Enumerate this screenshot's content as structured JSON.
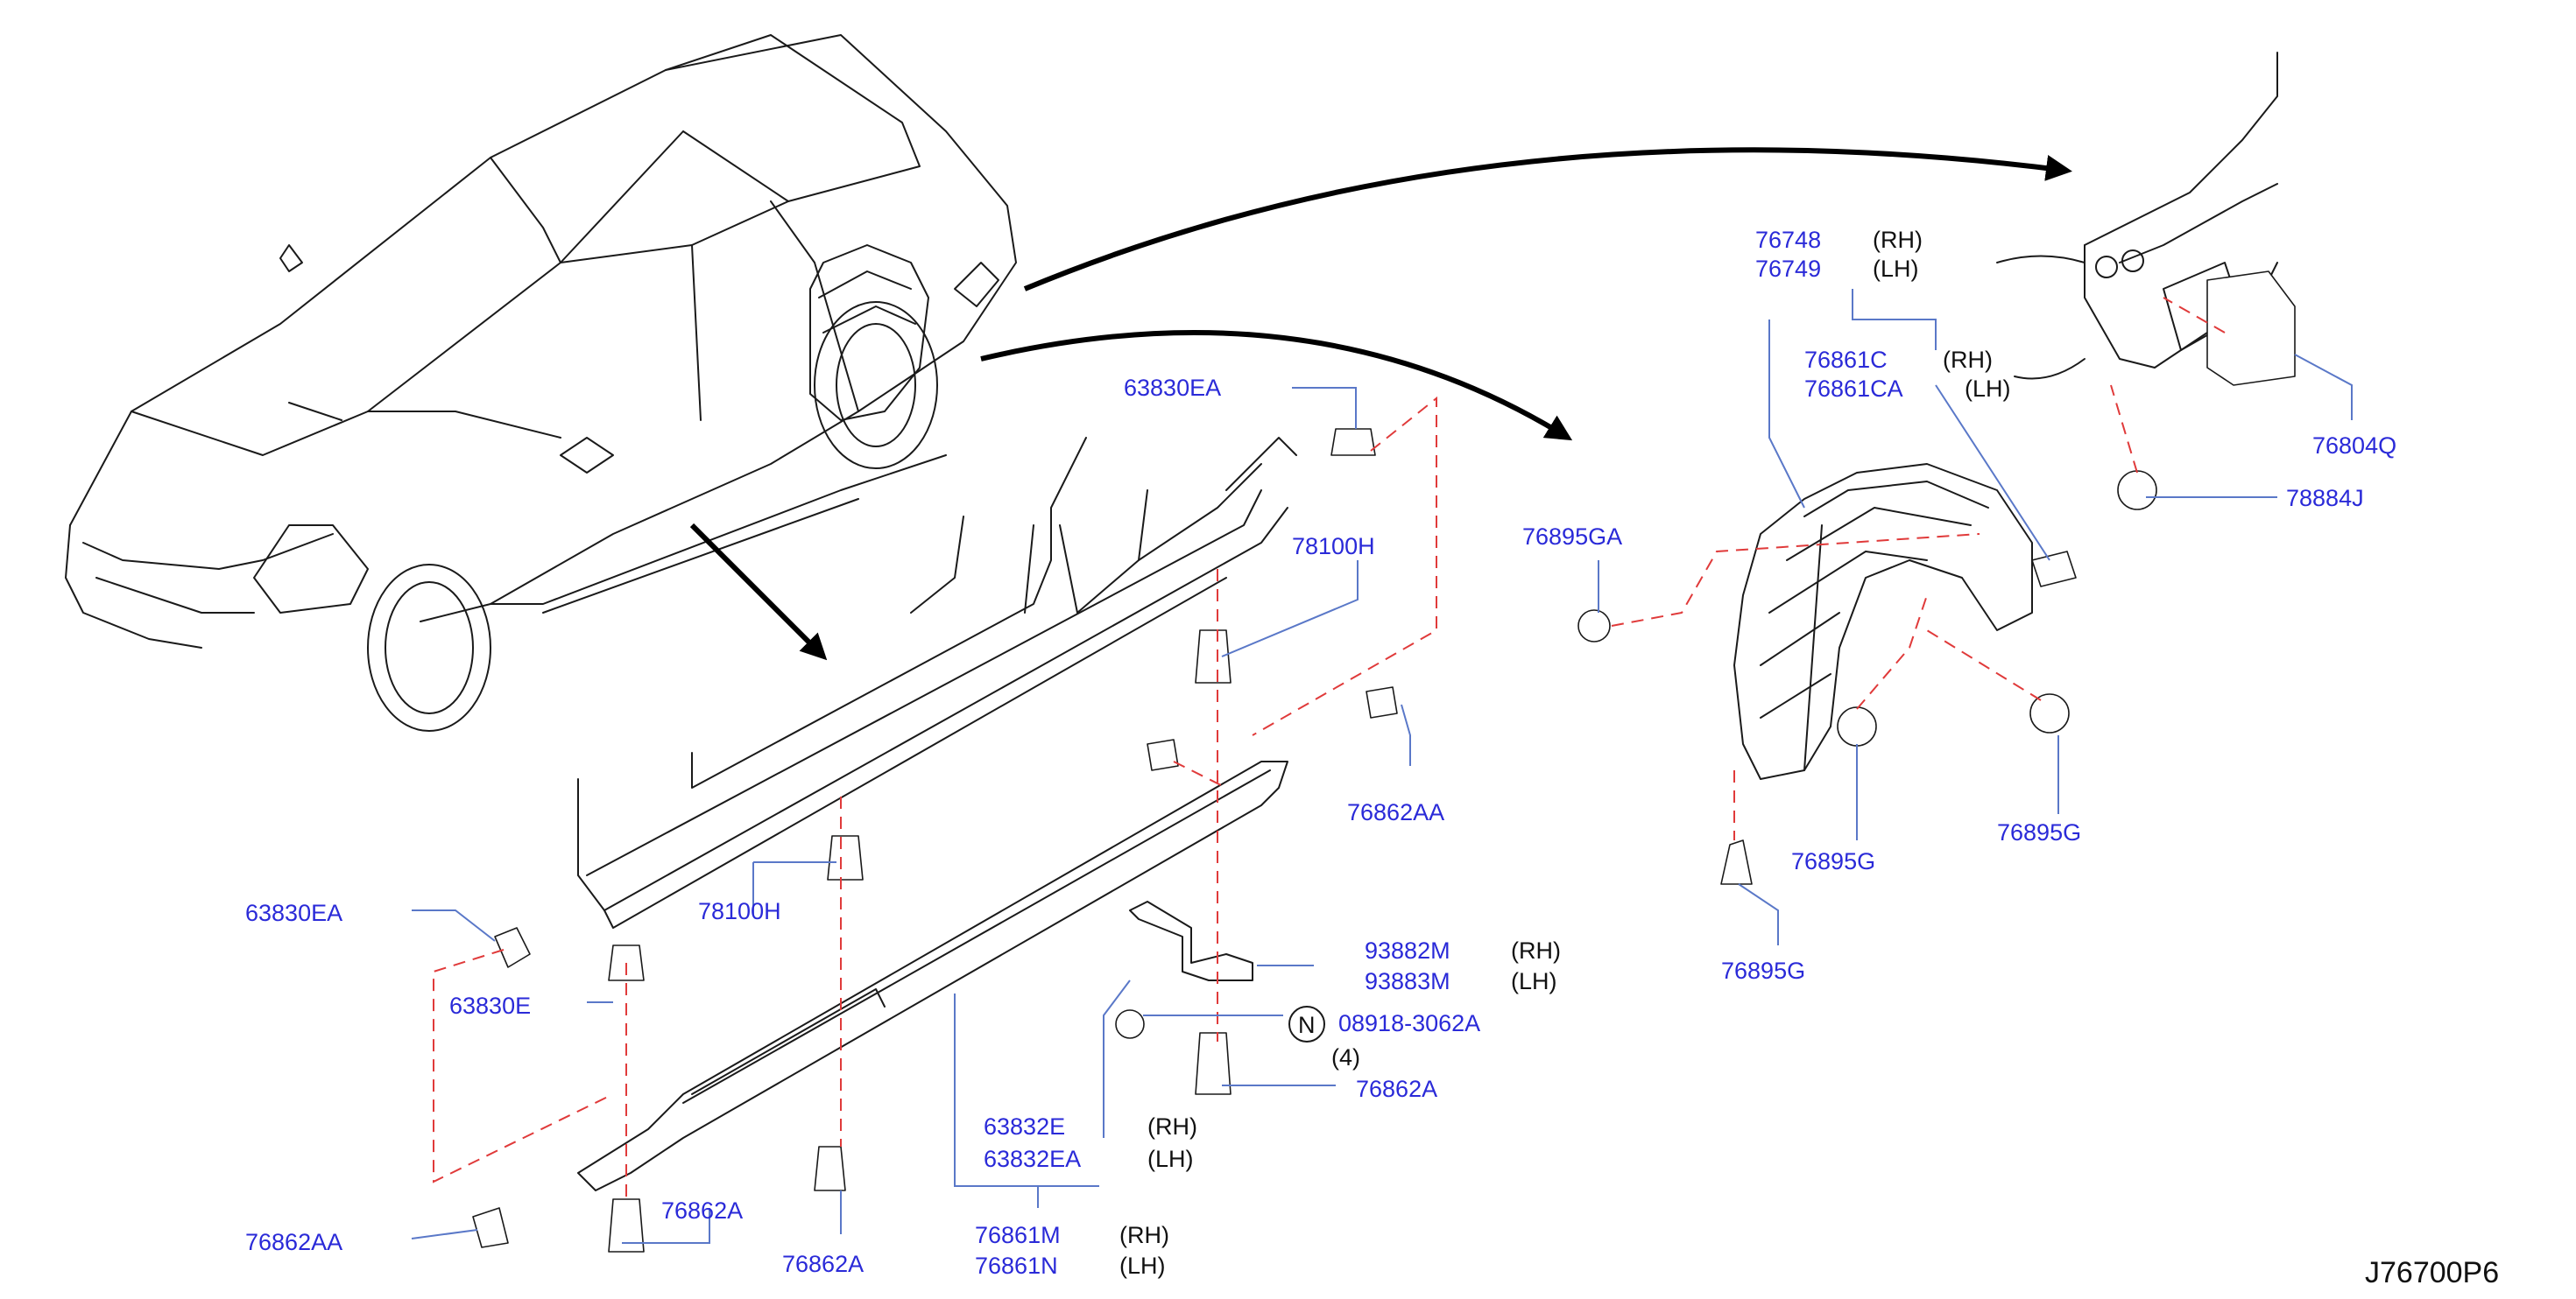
{
  "diagram_id": "J76700P6",
  "colors": {
    "label": "#2a2ad8",
    "leader": "#5a78c8",
    "dashed": "#e03a3a",
    "line": "#1a1a1a"
  },
  "parts": {
    "p76748": "76748",
    "p76749": "76749",
    "p76861C": "76861C",
    "p76861CA": "76861CA",
    "p76804Q": "76804Q",
    "p78884J": "78884J",
    "p76895GA": "76895GA",
    "p76895G_a": "76895G",
    "p76895G_b": "76895G",
    "p76895G_c": "76895G",
    "p63830EA_top": "63830EA",
    "p78100H_top": "78100H",
    "p76862AA_right": "76862AA",
    "p63830EA_left": "63830EA",
    "p78100H_left": "78100H",
    "p63830E": "63830E",
    "p93882M": "93882M",
    "p93883M": "93883M",
    "p08918": "08918-3062A",
    "qty08918": "(4)",
    "circleN": "N",
    "p76862A_mid": "76862A",
    "p63832E": "63832E",
    "p63832EA": "63832EA",
    "p76861M": "76861M",
    "p76861N": "76861N",
    "p76862AA_left": "76862AA",
    "p76862A_left": "76862A",
    "p76862A_bottom": "76862A"
  },
  "sides": {
    "rh": "(RH)",
    "lh": "(LH)"
  }
}
